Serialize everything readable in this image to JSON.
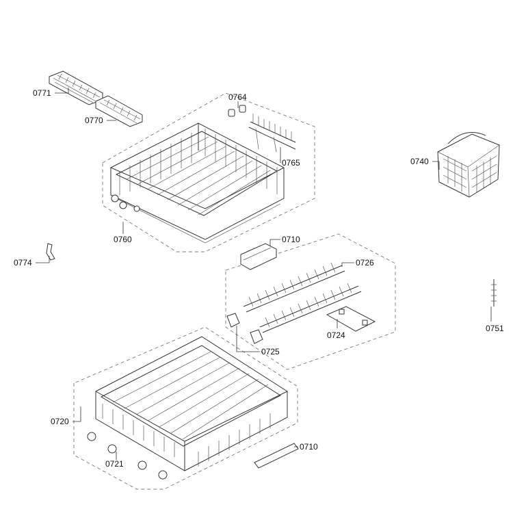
{
  "labels": {
    "p0771": "0771",
    "p0770": "0770",
    "p0764": "0764",
    "p0765": "0765",
    "p0760": "0760",
    "p0710a": "0710",
    "p0774": "0774",
    "p0740": "0740",
    "p0726": "0726",
    "p0724": "0724",
    "p0725": "0725",
    "p0751": "0751",
    "p0720": "0720",
    "p0721": "0721",
    "p0710b": "0710"
  }
}
